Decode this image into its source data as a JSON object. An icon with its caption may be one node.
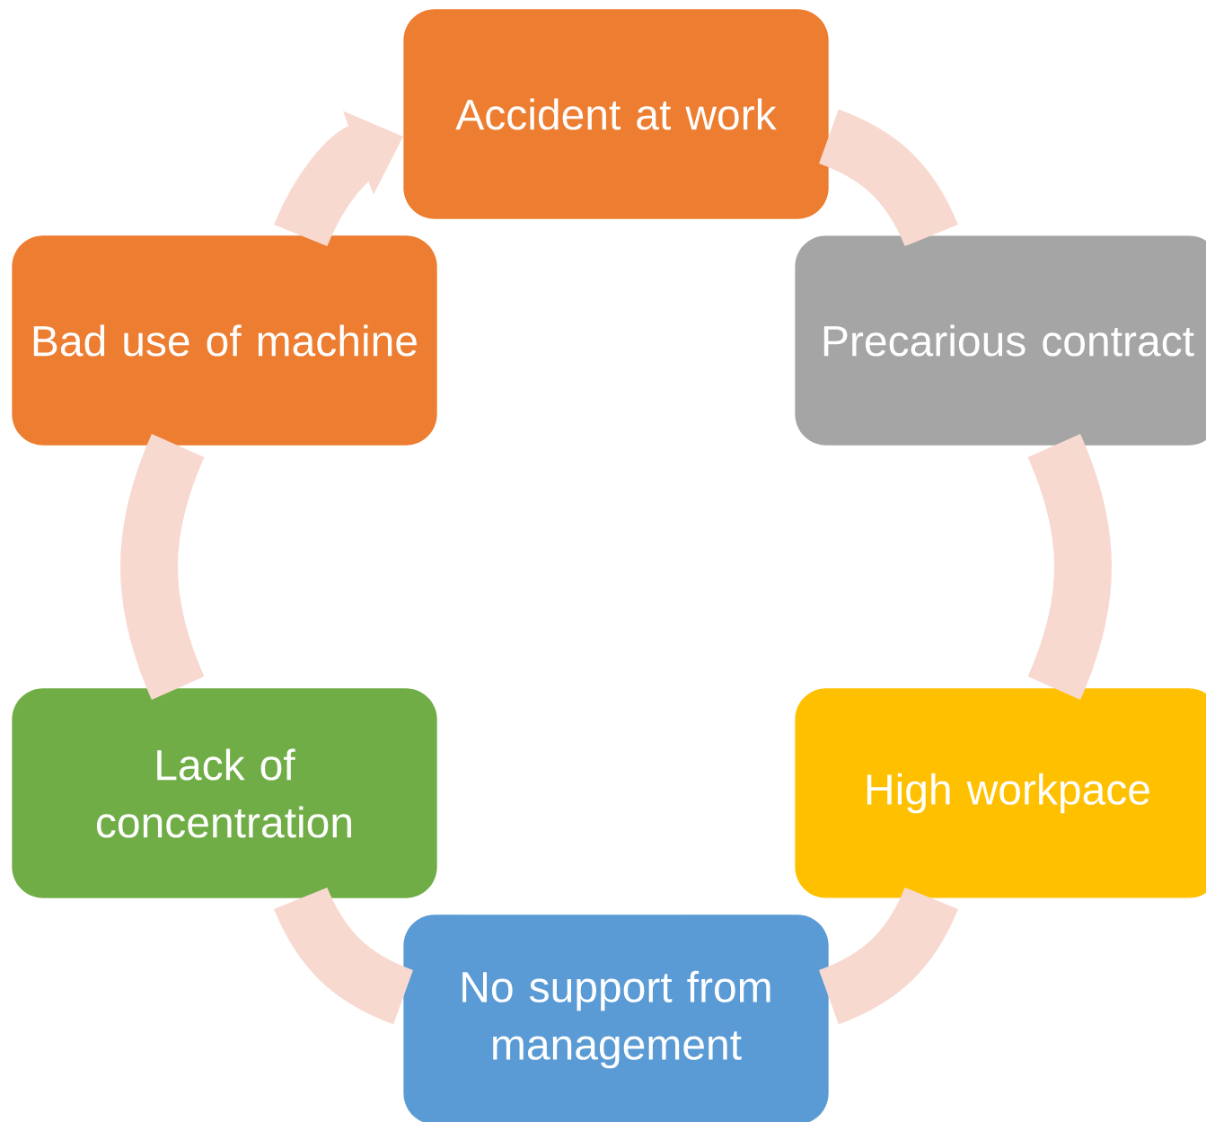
{
  "diagram": {
    "nodes": [
      {
        "text": [
          "Accident at work"
        ]
      },
      {
        "text": [
          "Precarious contract"
        ]
      },
      {
        "text": [
          "High workpace"
        ]
      },
      {
        "text": [
          "No support from management"
        ]
      },
      {
        "text": [
          "Lack of concentration"
        ]
      },
      {
        "text": [
          "Bad use of machine"
        ]
      }
    ],
    "edges": [
      {
        "from": 0,
        "to": 1,
        "arrow": "none"
      },
      {
        "from": 1,
        "to": 2,
        "arrow": "none"
      },
      {
        "from": 2,
        "to": 3,
        "arrow": "none"
      },
      {
        "from": 3,
        "to": 4,
        "arrow": "none"
      },
      {
        "from": 4,
        "to": 5,
        "arrow": "none"
      },
      {
        "from": 5,
        "to": 0,
        "arrow": "to"
      }
    ]
  }
}
